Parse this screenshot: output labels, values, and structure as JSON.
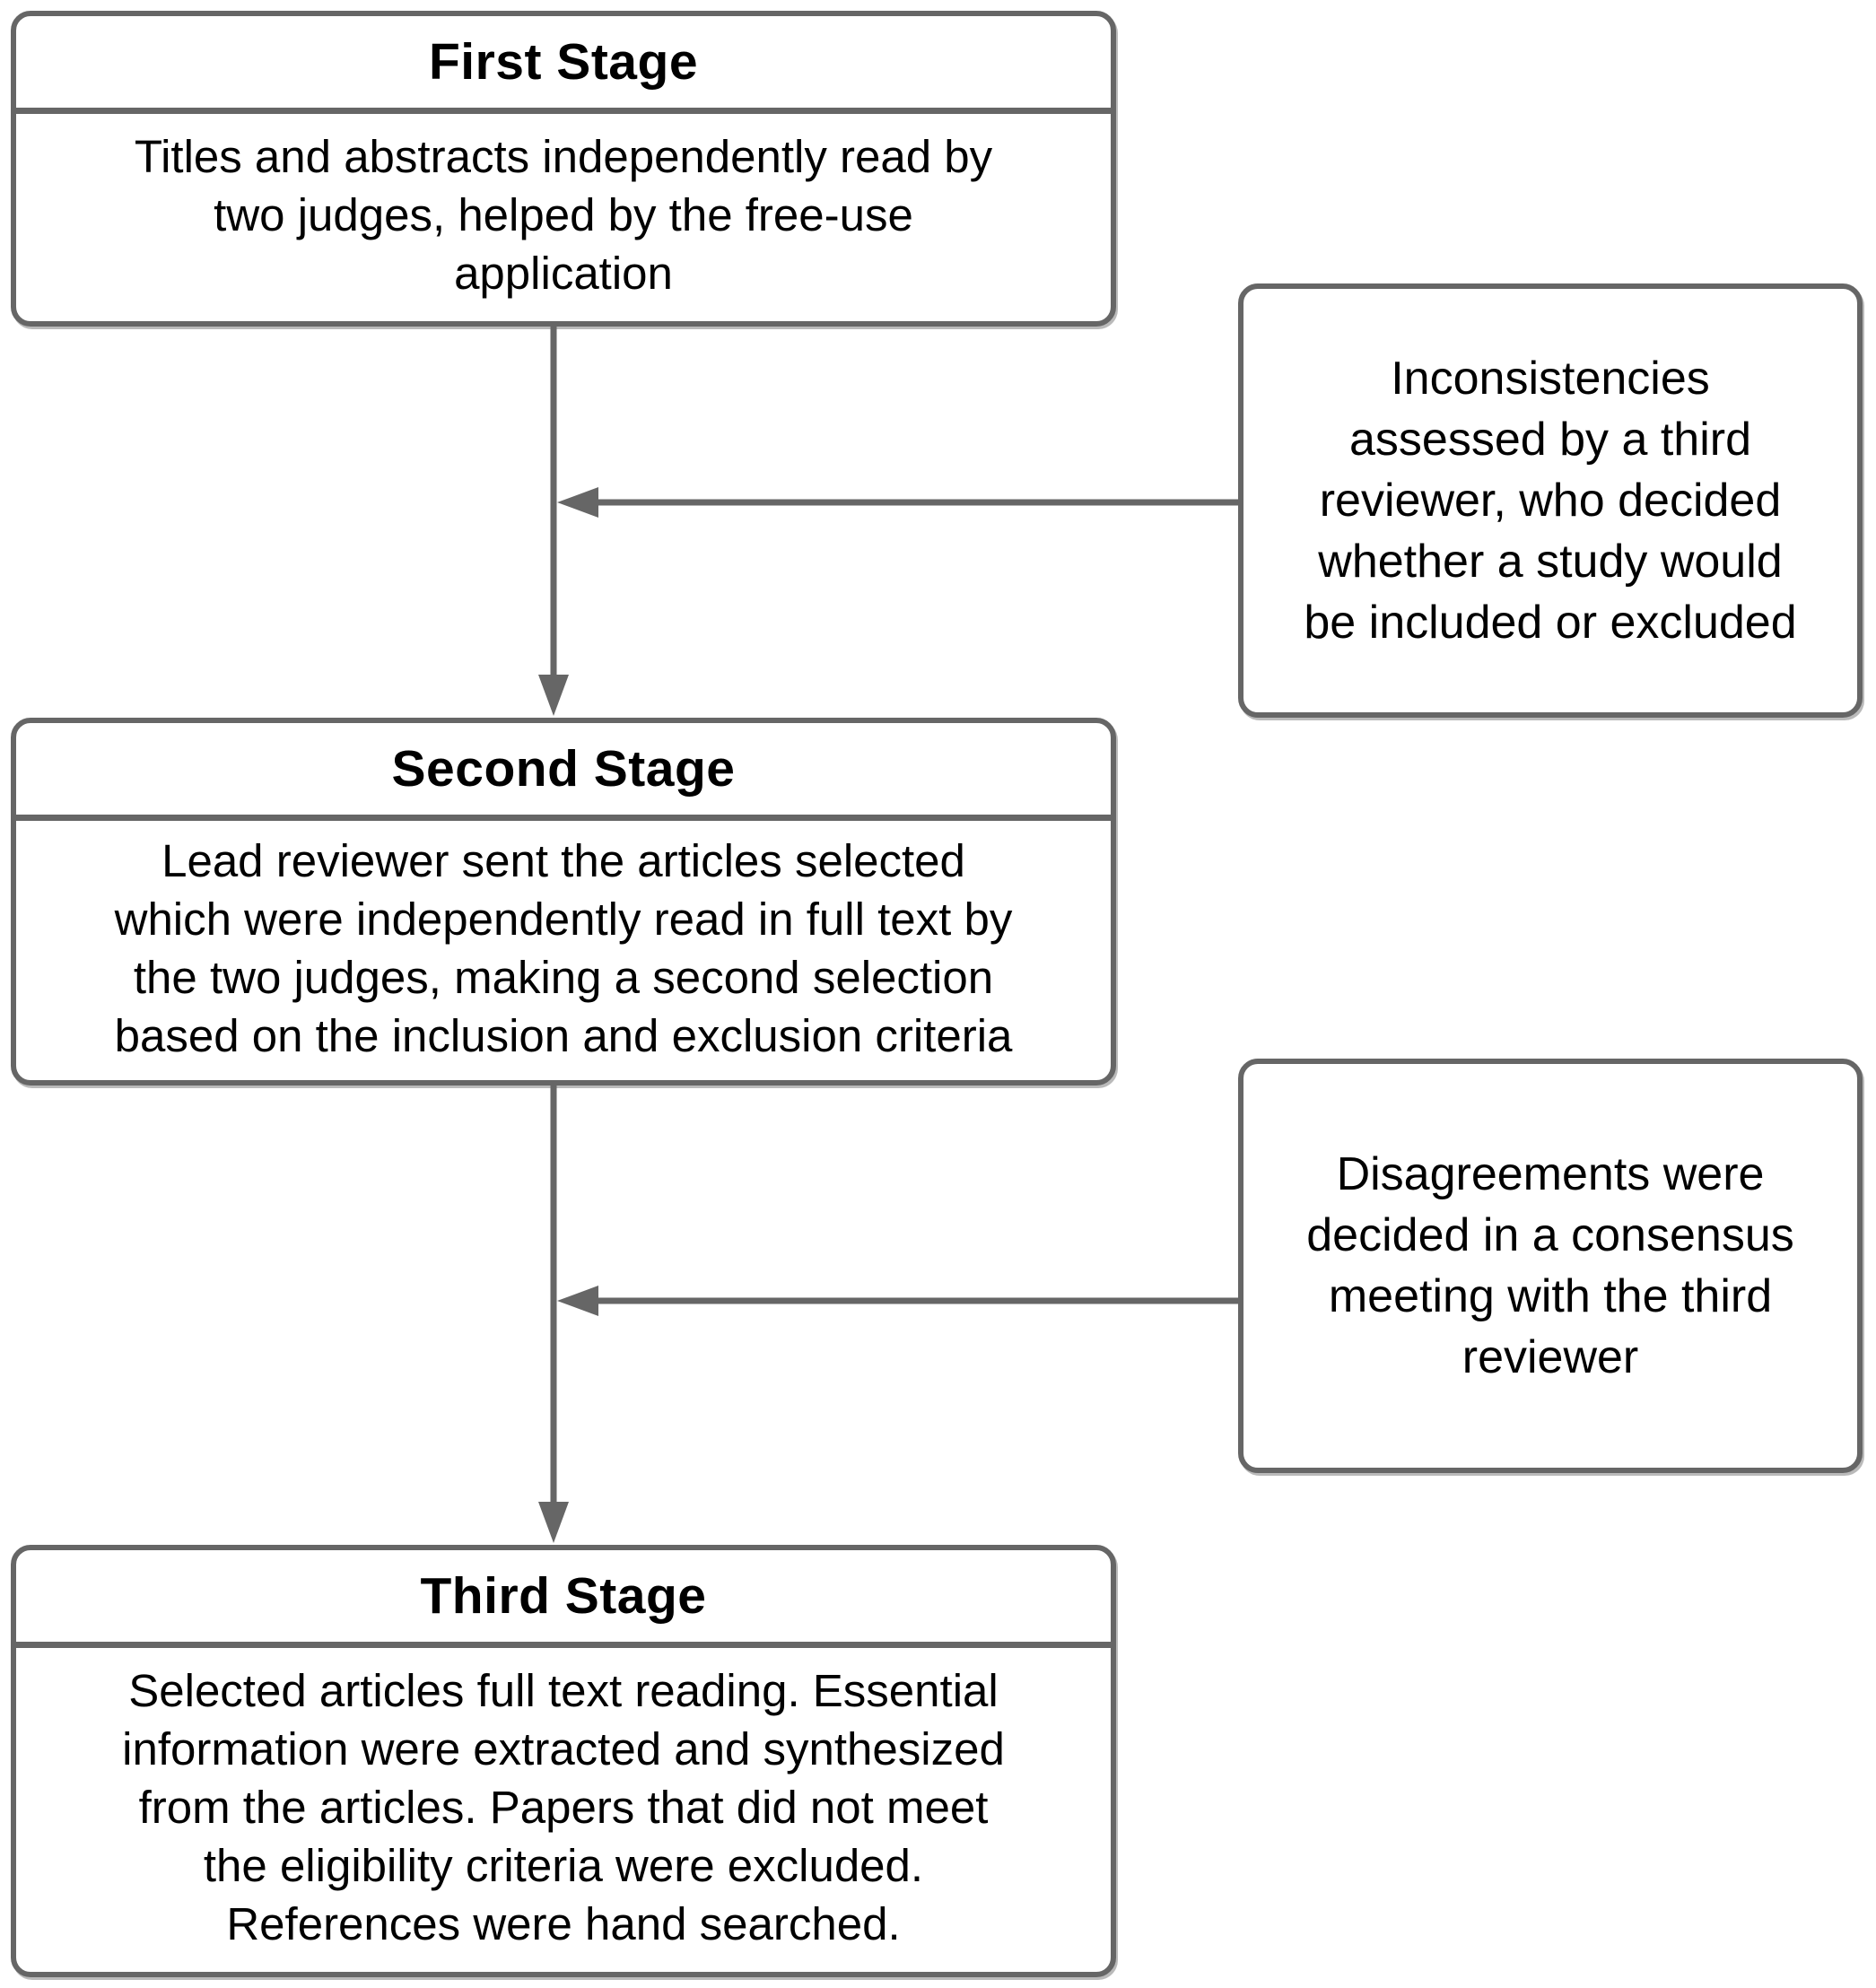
{
  "diagram": {
    "stages": [
      {
        "title": "First Stage",
        "body": "Titles and abstracts independently read by\ntwo judges, helped by the free-use\napplication"
      },
      {
        "title": "Second Stage",
        "body": "Lead reviewer sent the articles selected\nwhich were independently read in full text by\nthe two judges, making a second selection\nbased on the inclusion and exclusion criteria"
      },
      {
        "title": "Third Stage",
        "body": "Selected articles full text reading. Essential\ninformation were extracted and synthesized\nfrom the articles. Papers that did not meet\nthe eligibility criteria were excluded.\nReferences were hand searched."
      }
    ],
    "notes": [
      {
        "text": "Inconsistencies\nassessed by a third\nreviewer, who decided\nwhether a study would\nbe included or excluded"
      },
      {
        "text": "Disagreements were\ndecided in a consensus\nmeeting with the third\nreviewer"
      }
    ],
    "colors": {
      "line": "#666666",
      "text": "#000000",
      "background": "#ffffff"
    }
  }
}
